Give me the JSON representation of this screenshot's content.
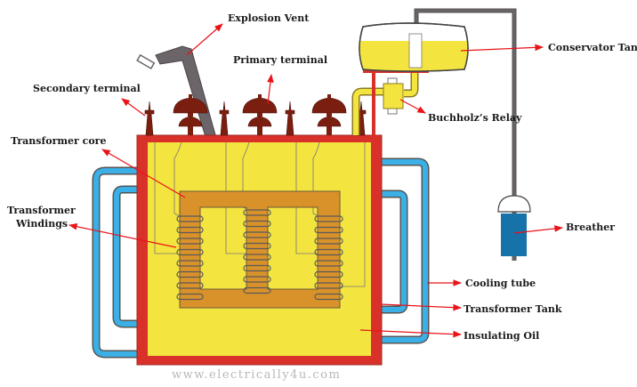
{
  "title": "Transformer parts diagram",
  "labels": {
    "explosion_vent": "Explosion Vent",
    "primary_terminal": "Primary terminal",
    "secondary_terminal": "Secondary terminal",
    "conservator_tank": "Conservator Tank",
    "buchholz_relay": "Buchholz’s Relay",
    "transformer_core": "Transformer core",
    "transformer_windings_line1": "Transformer",
    "transformer_windings_line2": "Windings",
    "breather": "Breather",
    "cooling_tube": "Cooling tube",
    "transformer_tank": "Transformer Tank",
    "insulating_oil": "Insulating Oil"
  },
  "watermark": "www.electrically4u.com",
  "colors": {
    "tank_wall": "#d9302a",
    "oil": "#f4e43f",
    "core": "#d9922a",
    "cooling_tube": "#3ab0e6",
    "terminal": "#7a1e10",
    "vent": "#6b6468",
    "breather": "#1672a8",
    "arrow": "#e8141a"
  }
}
